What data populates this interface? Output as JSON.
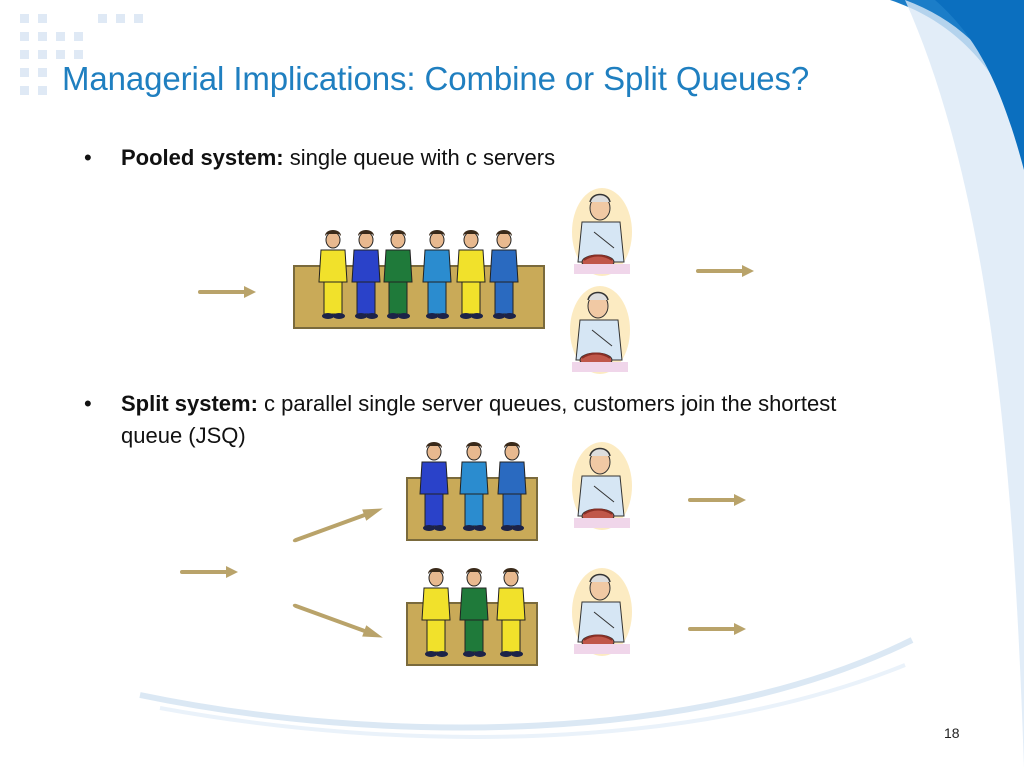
{
  "slide": {
    "title": "Managerial Implications: Combine or Split Queues?",
    "page_number": "18"
  },
  "bullets": [
    {
      "label": "Pooled system:",
      "text": " single queue with c servers"
    },
    {
      "label": "Split system:",
      "text": " c parallel single server queues, customers join the shortest queue (JSQ)"
    }
  ],
  "colors": {
    "title": "#1f7fc0",
    "accent_blue": "#0b6fbf",
    "arrow": "#b9a36a",
    "platform": "#c9aa58",
    "platform_border": "#7a6a3c"
  }
}
